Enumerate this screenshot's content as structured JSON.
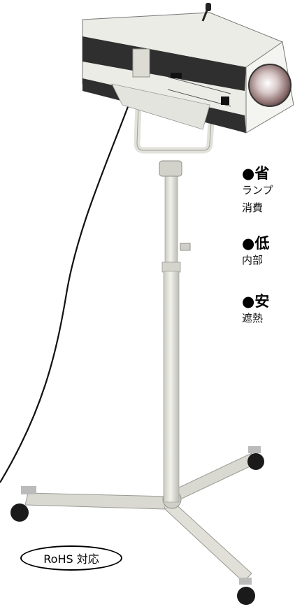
{
  "features": [
    {
      "heading": "●省",
      "lines": [
        "ランプ",
        "消費"
      ]
    },
    {
      "heading": "●低",
      "lines": [
        "内部"
      ]
    },
    {
      "heading": "●安",
      "lines": [
        "遮熱"
      ]
    }
  ],
  "badge": {
    "label": "RoHS 対応"
  },
  "colors": {
    "housing": "#eeeeea",
    "stripe": "#2e2e2e",
    "stand": "#e3e3dc",
    "cable": "#111111"
  }
}
